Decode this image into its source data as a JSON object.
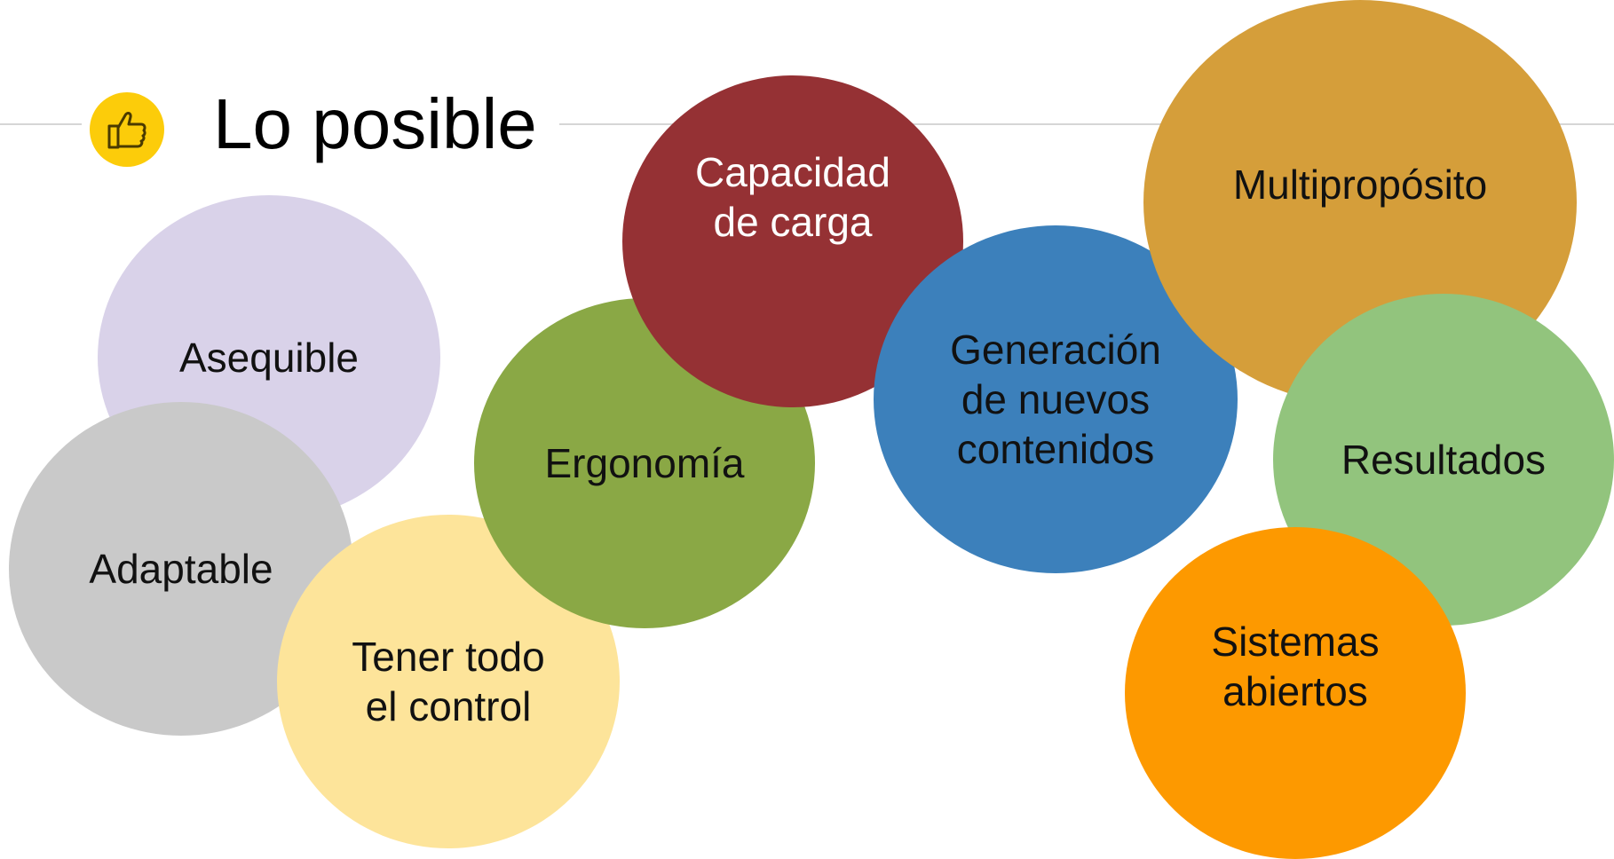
{
  "title": "Lo posible",
  "icon": "thumbs-up-icon",
  "bubbles": [
    {
      "id": "asequible",
      "label": "Asequible",
      "color": "#d9d2e9",
      "text_color": "dark"
    },
    {
      "id": "adaptable",
      "label": "Adaptable",
      "color": "#c9c9c9",
      "text_color": "dark"
    },
    {
      "id": "tener-todo",
      "label": "Tener todo\nel control",
      "color": "#fde49a",
      "text_color": "dark"
    },
    {
      "id": "ergonomia",
      "label": "Ergonomía",
      "color": "#8aa845",
      "text_color": "dark"
    },
    {
      "id": "capacidad",
      "label": "Capacidad\nde carga",
      "color": "#953134",
      "text_color": "light"
    },
    {
      "id": "generacion",
      "label": "Generación\nde nuevos\ncontenidos",
      "color": "#3c80bb",
      "text_color": "dark"
    },
    {
      "id": "multiproposito",
      "label": "Multipropósito",
      "color": "#d59e3a",
      "text_color": "dark"
    },
    {
      "id": "resultados",
      "label": "Resultados",
      "color": "#92c47d",
      "text_color": "dark"
    },
    {
      "id": "sistemas",
      "label": "Sistemas\nabiertos",
      "color": "#fd9900",
      "text_color": "dark"
    }
  ]
}
